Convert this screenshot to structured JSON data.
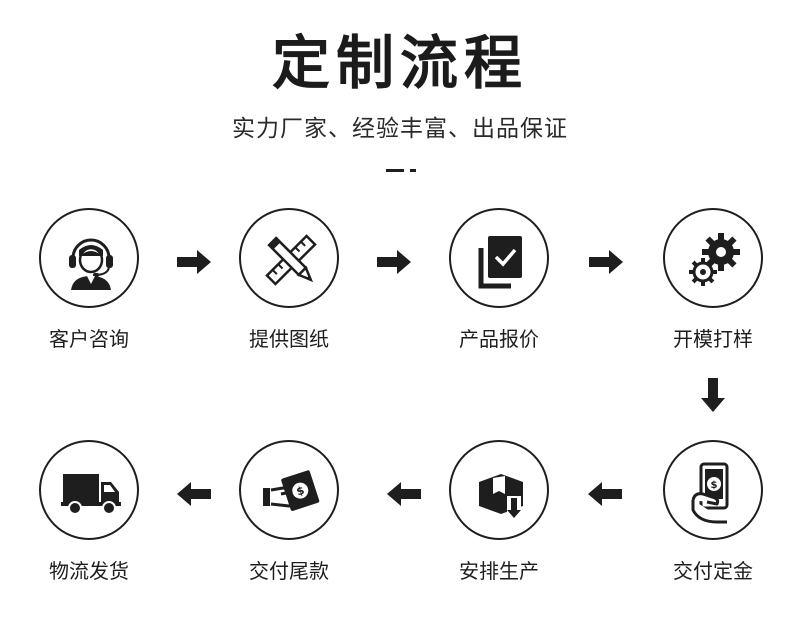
{
  "header": {
    "title": "定制流程",
    "subtitle": "实力厂家、经验丰富、出品保证"
  },
  "steps": [
    {
      "label": "客户咨询",
      "icon": "customer-service-icon"
    },
    {
      "label": "提供图纸",
      "icon": "ruler-pencil-icon"
    },
    {
      "label": "产品报价",
      "icon": "document-check-icon"
    },
    {
      "label": "开模打样",
      "icon": "gears-icon"
    },
    {
      "label": "交付定金",
      "icon": "phone-payment-icon"
    },
    {
      "label": "安排生产",
      "icon": "box-download-icon"
    },
    {
      "label": "交付尾款",
      "icon": "money-hand-icon"
    },
    {
      "label": "物流发货",
      "icon": "truck-icon"
    }
  ],
  "colors": {
    "ink": "#1e1e1e",
    "background": "#ffffff"
  }
}
